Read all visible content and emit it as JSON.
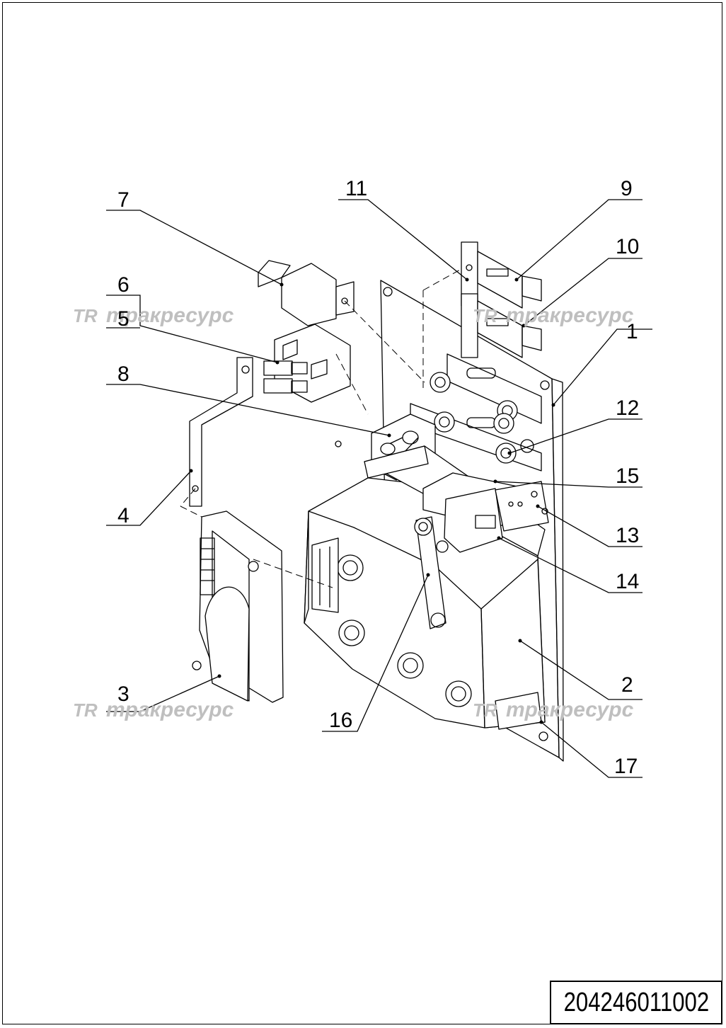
{
  "drawing": {
    "number": "204246011002",
    "callouts": [
      "1",
      "2",
      "3",
      "4",
      "5",
      "6",
      "7",
      "8",
      "9",
      "10",
      "11",
      "12",
      "13",
      "14",
      "15",
      "16",
      "17"
    ]
  },
  "watermark": {
    "logo": "TR",
    "text": "тракресурс"
  }
}
